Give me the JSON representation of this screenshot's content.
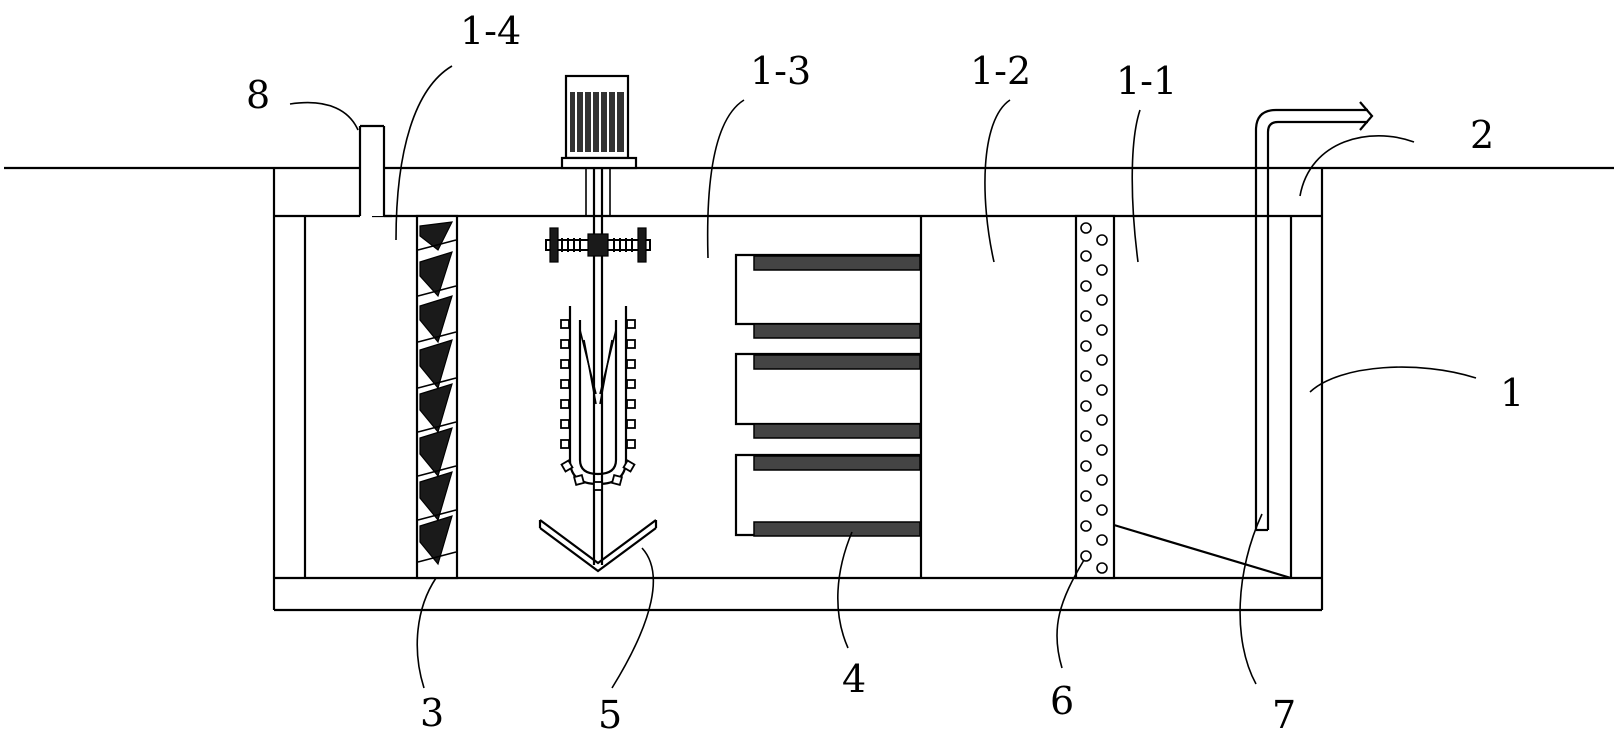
{
  "labels": {
    "tank": "1",
    "chamber_1_1": "1-1",
    "chamber_1_2": "1-2",
    "chamber_1_3": "1-3",
    "chamber_1_4": "1-4",
    "outlet_pipe": "2",
    "spiral_screen": "3",
    "baffle_plates": "4",
    "stirrer_blade": "5",
    "filter_layer": "6",
    "inclined_plate": "7",
    "inlet": "8"
  }
}
